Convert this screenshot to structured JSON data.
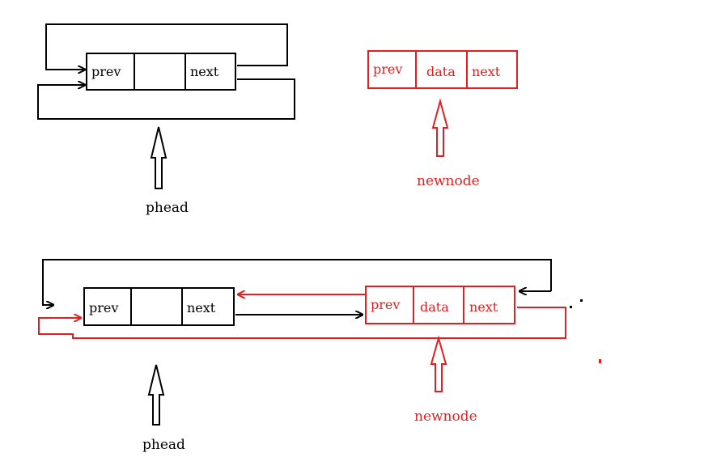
{
  "colors": {
    "ink": "#000000",
    "accent": "#e02020"
  },
  "top": {
    "head_node": {
      "prev": "prev",
      "data": "",
      "next": "next"
    },
    "head_pointer": "phead",
    "new_node": {
      "prev": "prev",
      "data": "data",
      "next": "next"
    },
    "new_pointer": "newnode"
  },
  "bottom": {
    "head_node": {
      "prev": "prev",
      "data": "",
      "next": "next"
    },
    "head_pointer": "phead",
    "new_node": {
      "prev": "prev",
      "data": "data",
      "next": "next"
    },
    "new_pointer": "newnode"
  }
}
